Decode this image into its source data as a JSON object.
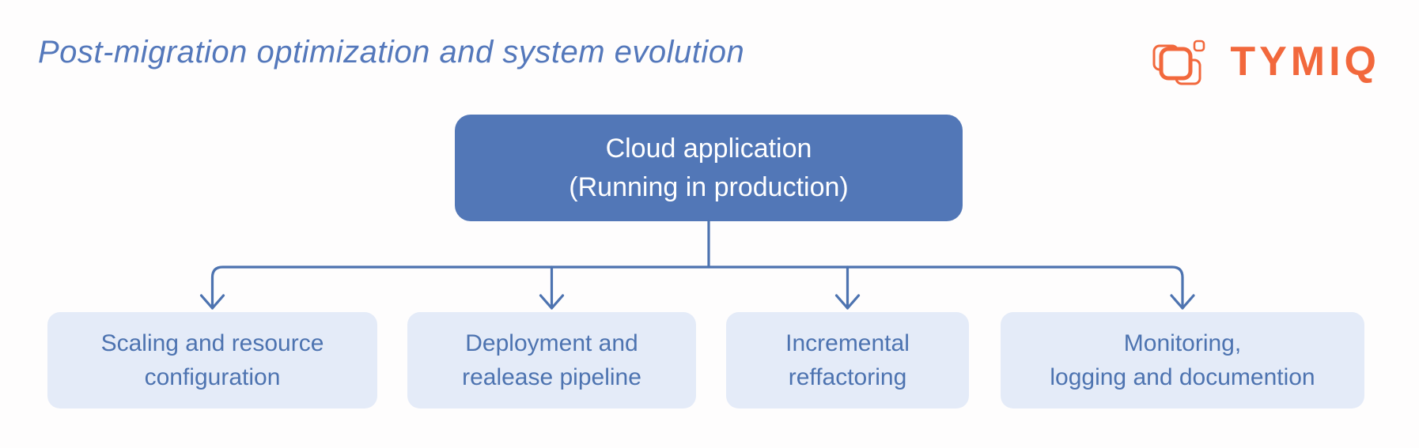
{
  "title": "Post-migration optimization and system evolution",
  "logo": {
    "name": "TYMIQ"
  },
  "diagram": {
    "root": {
      "line1": "Cloud application",
      "line2": "(Running in production)"
    },
    "children": [
      {
        "id": "scaling",
        "line1": "Scaling and resource",
        "line2": "configuration"
      },
      {
        "id": "deployment",
        "line1": "Deployment and",
        "line2": "realease pipeline"
      },
      {
        "id": "refactoring",
        "line1": "Incremental",
        "line2": "reffactoring"
      },
      {
        "id": "monitoring",
        "line1": "Monitoring,",
        "line2": "logging and documention"
      }
    ]
  },
  "colors": {
    "background": "#fefdfd",
    "title_text": "#5478bb",
    "root_fill": "#5277b7",
    "root_text": "#ffffff",
    "child_fill": "#e4ebf8",
    "child_text": "#4d73b0",
    "connector": "#4d73b0",
    "logo_orange": "#f2683c"
  }
}
